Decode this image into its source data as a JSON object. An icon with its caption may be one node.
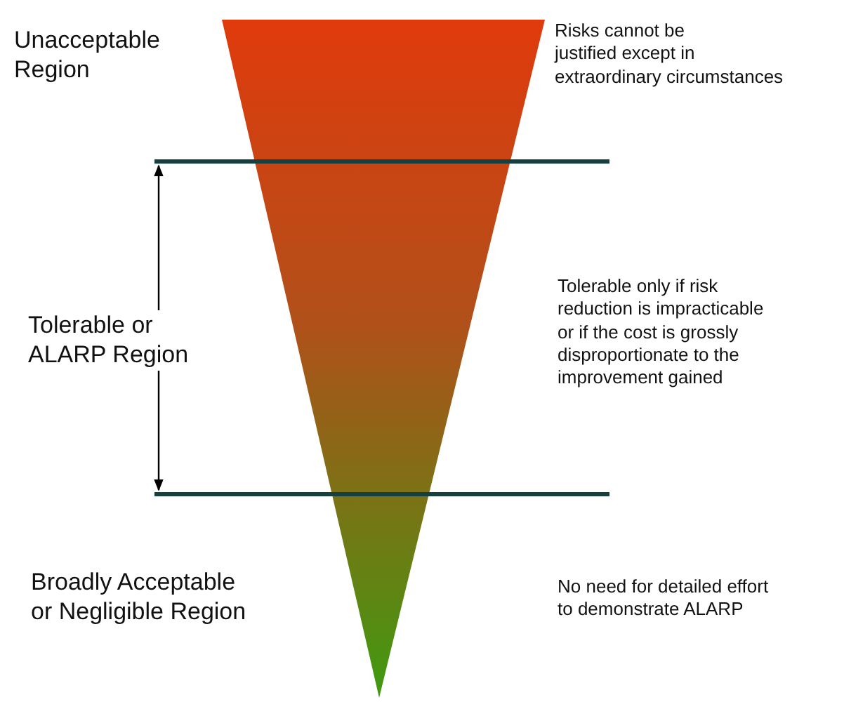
{
  "diagram": {
    "labels": [
      "Unacceptable Region",
      "Risks cannot be justified except in extraordinary circumstances",
      "Tolerable or ALARP Region",
      "Tolerable only if risk reduction is impracticable or if the cost is grossly disproportionate to the improvement gained",
      "Broadly Acceptable or Negligible Region",
      "No need for detailed effort to demonstrate ALARP"
    ]
  }
}
